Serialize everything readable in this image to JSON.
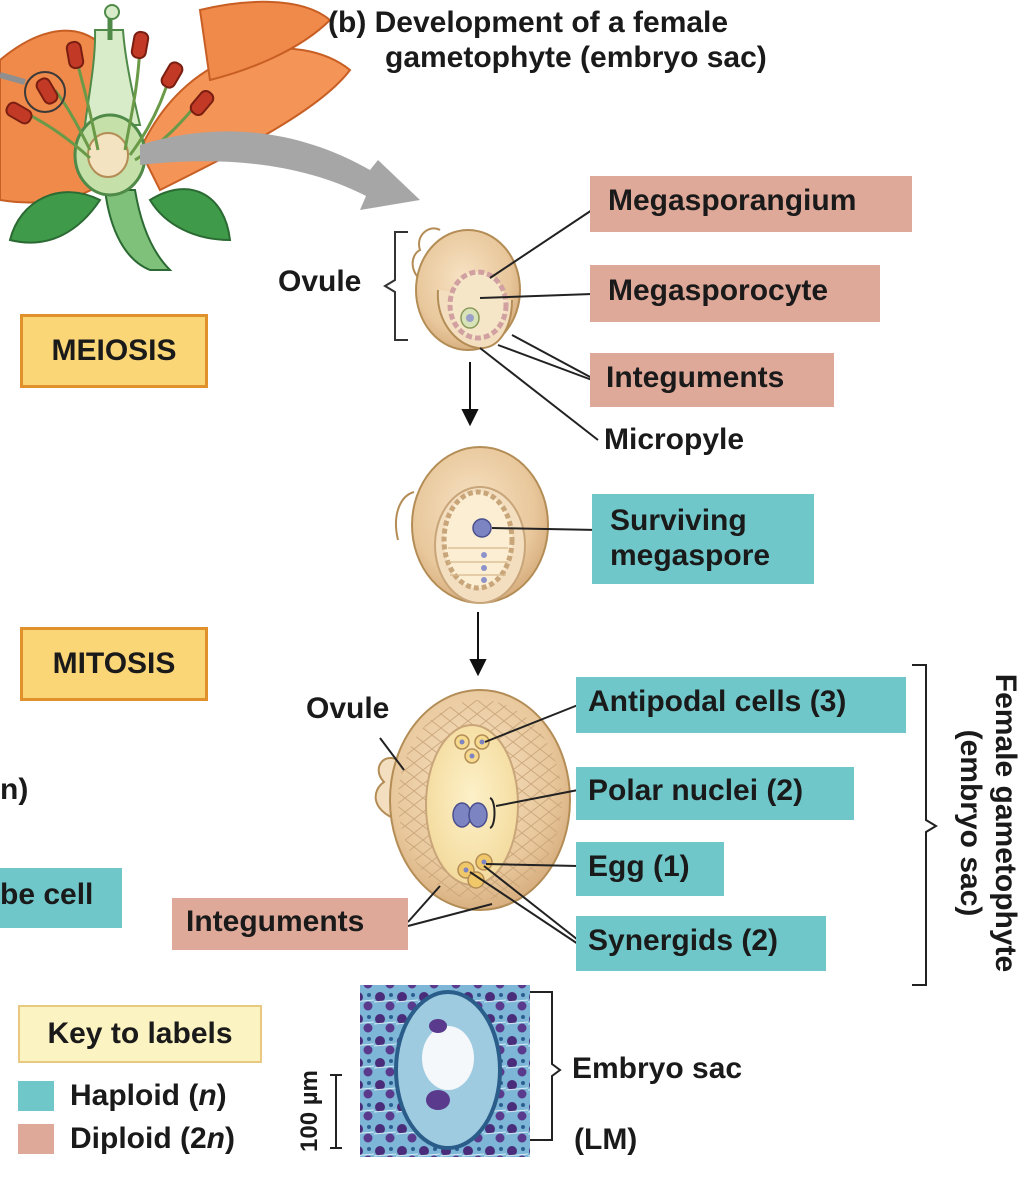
{
  "title": {
    "line1": "(b) Development of a female",
    "line2": "gametophyte (embryo sac)"
  },
  "process_labels": {
    "meiosis": "MEIOSIS",
    "mitosis": "MITOSIS"
  },
  "clipped_labels": {
    "n_fragment": "n)",
    "tube_cell_fragment": "be cell"
  },
  "stage1": {
    "ovule": "Ovule",
    "megasporangium": "Megasporangium",
    "megasporocyte": "Megasporocyte",
    "integuments": "Integuments",
    "micropyle": "Micropyle"
  },
  "stage2": {
    "surviving_line1": "Surviving",
    "surviving_line2": "megaspore"
  },
  "stage3": {
    "ovule": "Ovule",
    "antipodal": "Antipodal cells (3)",
    "polar": "Polar nuclei (2)",
    "egg": "Egg (1)",
    "synergids": "Synergids (2)",
    "integuments": "Integuments",
    "female_line1": "Female gametophyte",
    "female_line2": "(embryo sac)"
  },
  "micrograph": {
    "embryo_sac": "Embryo sac",
    "lm": "(LM)",
    "scale": "100 µm"
  },
  "key": {
    "title": "Key to labels",
    "haploid_prefix": "Haploid (",
    "haploid_italic": "n",
    "haploid_suffix": ")",
    "diploid_prefix": "Diploid (2",
    "diploid_italic": "n",
    "diploid_suffix": ")"
  },
  "colors": {
    "haploid": "#6fc7c9",
    "diploid": "#dfa99a",
    "process_fill": "#fbd676",
    "process_border": "#e0912b",
    "ovule_tissue": "#e8c9a0",
    "petal": "#f08a4b"
  }
}
